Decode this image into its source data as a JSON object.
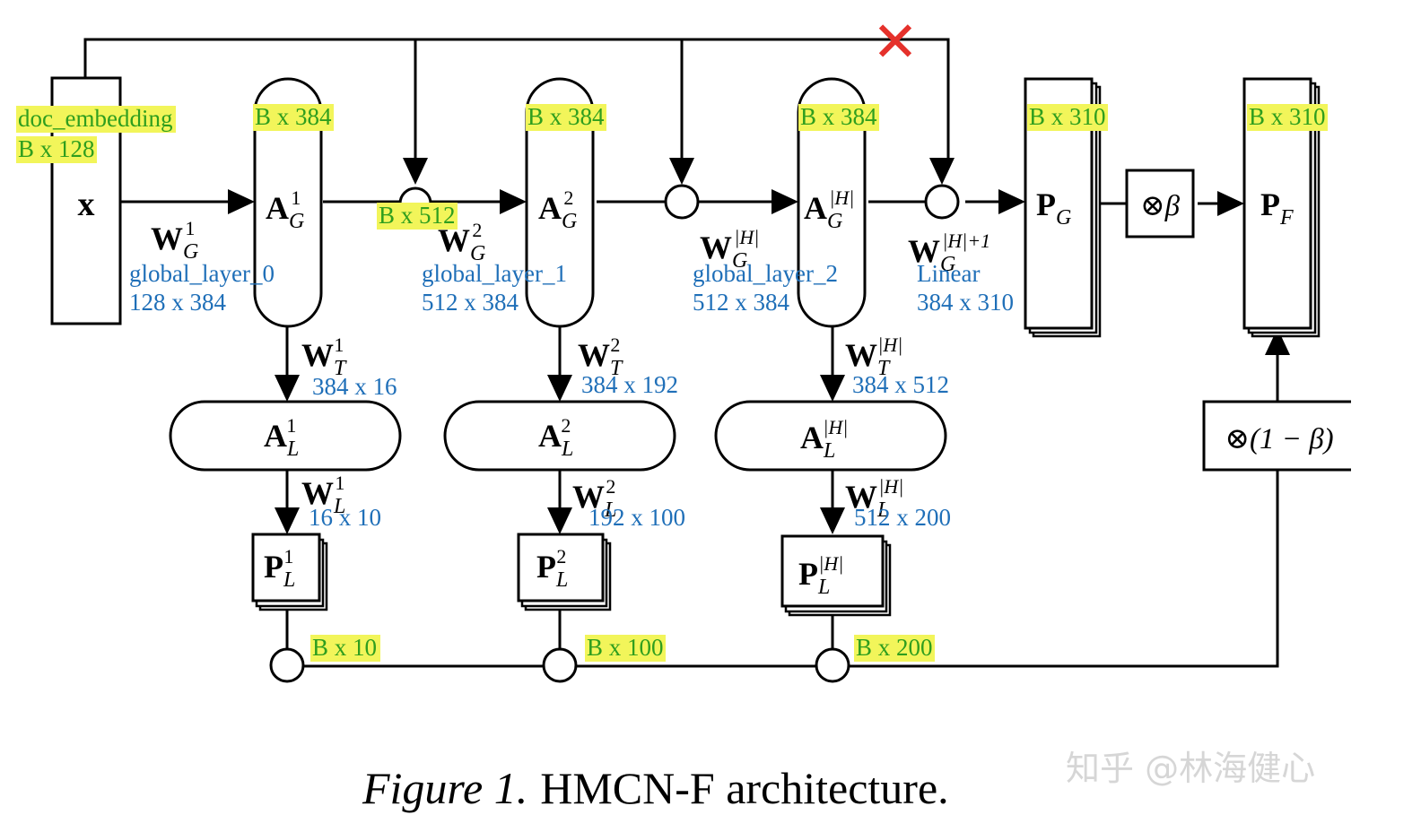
{
  "diagram": {
    "input_node": {
      "symbol": "x",
      "note_name": "doc_embedding",
      "note_shape": "B x 128"
    },
    "global_nodes": [
      {
        "base": "A",
        "sub": "G",
        "sup": "1",
        "shape": "B x 384"
      },
      {
        "base": "A",
        "sub": "G",
        "sup": "2",
        "shape": "B x 384"
      },
      {
        "base": "A",
        "sub": "G",
        "sup": "|H|",
        "shape": "B x 384"
      }
    ],
    "global_weights": [
      {
        "base": "W",
        "sub": "G",
        "sup": "1",
        "layer": "global_layer_0",
        "dims": "128 x 384"
      },
      {
        "base": "W",
        "sub": "G",
        "sup": "2",
        "layer": "global_layer_1",
        "dims": "512 x 384"
      },
      {
        "base": "W",
        "sub": "G",
        "sup": "|H|",
        "layer": "global_layer_2",
        "dims": "512 x 384"
      },
      {
        "base": "W",
        "sub": "G",
        "sup": "|H|+1",
        "layer": "Linear",
        "dims": "384 x 310"
      }
    ],
    "concat_shape": "B x 512",
    "transition_weights": [
      {
        "base": "W",
        "sub": "T",
        "sup": "1",
        "dims": "384 x 16"
      },
      {
        "base": "W",
        "sub": "T",
        "sup": "2",
        "dims": "384 x 192"
      },
      {
        "base": "W",
        "sub": "T",
        "sup": "|H|",
        "dims": "384 x 512"
      }
    ],
    "local_nodes": [
      {
        "base": "A",
        "sub": "L",
        "sup": "1"
      },
      {
        "base": "A",
        "sub": "L",
        "sup": "2"
      },
      {
        "base": "A",
        "sub": "L",
        "sup": "|H|"
      }
    ],
    "local_weights": [
      {
        "base": "W",
        "sub": "L",
        "sup": "1",
        "dims": "16 x 10"
      },
      {
        "base": "W",
        "sub": "L",
        "sup": "2",
        "dims": "192 x 100"
      },
      {
        "base": "W",
        "sub": "L",
        "sup": "|H|",
        "dims": "512 x 200"
      }
    ],
    "local_outputs": [
      {
        "base": "P",
        "sub": "L",
        "sup": "1",
        "shape": "B x 10"
      },
      {
        "base": "P",
        "sub": "L",
        "sup": "2",
        "shape": "B x 100"
      },
      {
        "base": "P",
        "sub": "L",
        "sup": "|H|",
        "shape": "B x 200"
      }
    ],
    "global_output": {
      "base": "P",
      "sub": "G",
      "shape": "B x 310"
    },
    "final_output": {
      "base": "P",
      "sub": "F",
      "shape": "B x 310"
    },
    "beta_op": "⊗β",
    "one_minus_beta_op": "⊗(1 − β)",
    "removed_mark": "✕"
  },
  "caption": {
    "label": "Figure 1.",
    "text": "HMCN-F architecture."
  },
  "watermark": "知乎 @林海健心",
  "colors": {
    "note_green": "#2f9e1e",
    "note_blue": "#1f6fb8",
    "highlight": "#f2f55a",
    "removed": "#e5312b"
  }
}
